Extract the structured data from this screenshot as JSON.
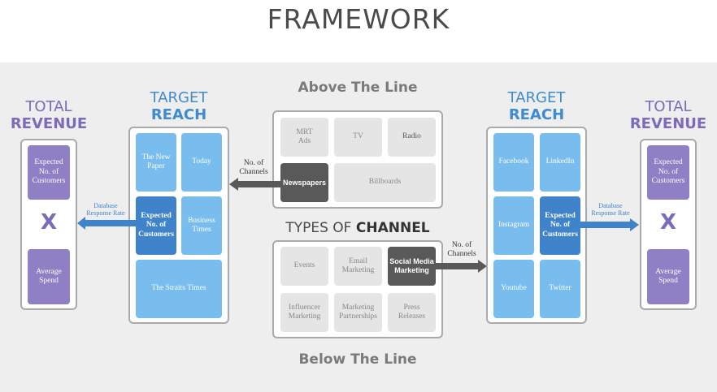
{
  "title": "FRAMEWORK",
  "left": {
    "revenue": {
      "line1": "TOTAL",
      "line2": "REVENUE",
      "top_box": "Expected\nNo. of\nCustomers",
      "multiply": "X",
      "bottom_box": "Average\nSpend"
    },
    "reach": {
      "line1": "TARGET",
      "line2": "REACH",
      "boxes": [
        "The New\nPaper",
        "Today",
        "Expected\nNo. of\nCustomers",
        "Business\nTimes",
        "The Straits Times"
      ]
    },
    "arrow_label": "Database\nResponse Rate"
  },
  "center": {
    "above_label": "Above The Line",
    "atl_boxes": [
      "MRT\nAds",
      "TV",
      "Radio",
      "Newspapers",
      "Billboards"
    ],
    "types_label_pre": "TYPES OF ",
    "types_label_bold": "CHANNEL",
    "btl_boxes": [
      "Events",
      "Email\nMarketing",
      "Social Media\nMarketing",
      "Influencer\nMarketing",
      "Marketing\nPartnerships",
      "Press\nReleases"
    ],
    "below_label": "Below The Line",
    "channels_label": "No. of\nChannels"
  },
  "right": {
    "reach": {
      "line1": "TARGET",
      "line2": "REACH",
      "boxes": [
        "Facebook",
        "LinkedIn",
        "Instagram",
        "Expected\nNo. of\nCustomers",
        "Youtube",
        "Twitter"
      ]
    },
    "arrow_label": "Database\nResponse Rate",
    "revenue": {
      "line1": "TOTAL",
      "line2": "REVENUE",
      "top_box": "Expected\nNo. of\nCustomers",
      "multiply": "X",
      "bottom_box": "Average\nSpend"
    }
  },
  "colors": {
    "purple": "#8f7fc4",
    "light_blue": "#78bdee",
    "dark_blue": "#3f84cb",
    "dark_grey": "#595959",
    "background": "#eeeeee"
  }
}
